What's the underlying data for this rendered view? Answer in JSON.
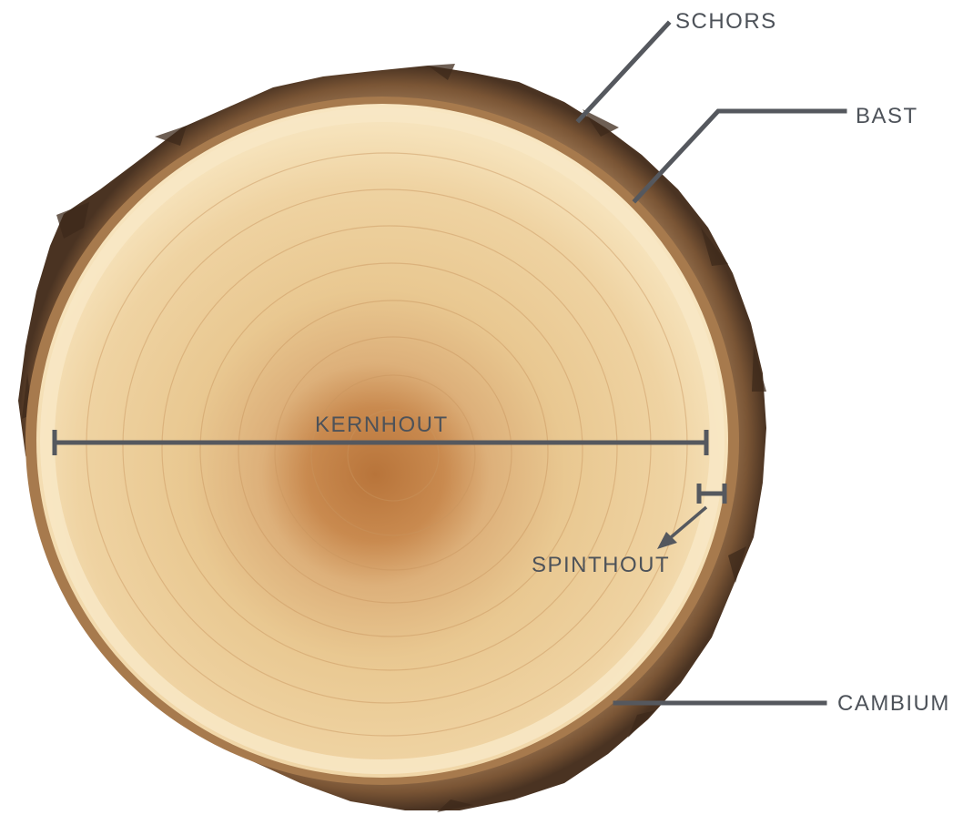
{
  "labels": {
    "schors": "SCHORS",
    "bast": "BAST",
    "kernhout": "KERNHOUT",
    "spinthout": "SPINTHOUT",
    "cambium": "CAMBIUM"
  },
  "colors": {
    "background": "#ffffff",
    "label_text": "#4d5259",
    "leader_line": "#55585e",
    "bark_dark": "#4a3322",
    "bark_mid": "#7a5535",
    "bark_light": "#9e7a57",
    "sapwood": "#f3dcae",
    "heartwood_center": "#b8743a",
    "wood_mid": "#e6c08a"
  },
  "icons": {
    "arrow": "arrow-down-left-icon",
    "bracket": "dimension-bracket-icon"
  }
}
